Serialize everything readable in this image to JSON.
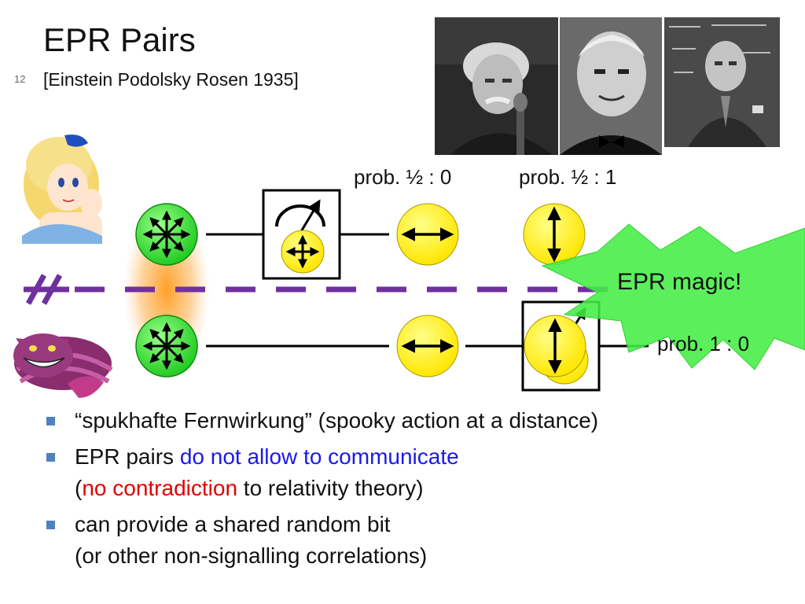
{
  "slide": {
    "title": "EPR Pairs",
    "subtitle": "[Einstein Podolsky Rosen 1935]",
    "slide_number": "12"
  },
  "diagram": {
    "prob_top_1": "prob. ½ : 0",
    "prob_top_2": "prob. ½ : 1",
    "prob_bottom": "prob. 1 : 0",
    "epr_magic": "EPR magic!"
  },
  "bullets": [
    {
      "text": "“spukhafte Fernwirkung” (spooky action at a distance)"
    },
    {
      "pre": "EPR pairs ",
      "highlight": "do not allow to communicate",
      "line2_open": "(",
      "line2_red": "no contradiction",
      "line2_rest": " to relativity theory)"
    },
    {
      "line1": "can provide a shared random bit",
      "line2": "(or other non-signalling correlations)"
    }
  ],
  "colors": {
    "accent_blue": "#1a1ae6",
    "accent_red": "#e00000",
    "bullet_marker": "#4f81bd",
    "qubit_green": "#33dd33",
    "qubit_yellow": "#ffee00",
    "dashed_line": "#7030a0",
    "starburst": "#44ee44"
  }
}
